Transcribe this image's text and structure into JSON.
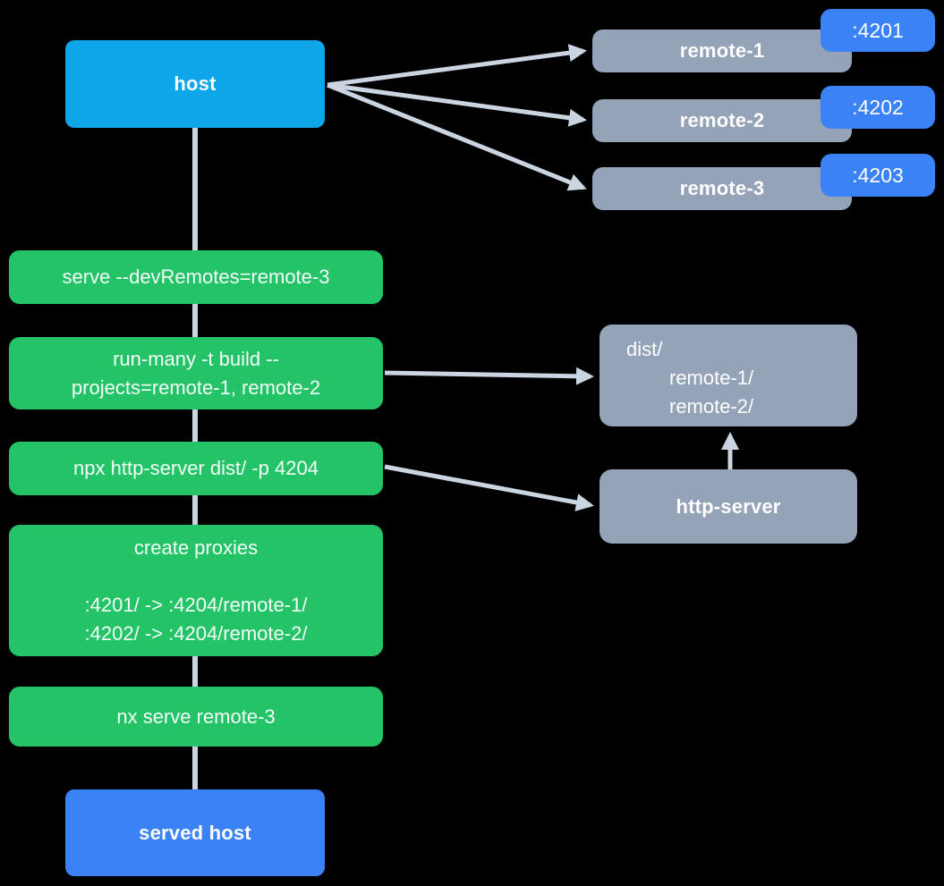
{
  "colors": {
    "background": "#000000",
    "host": "#0ea5e9",
    "remote_gray": "#94a3b8",
    "port_blue": "#3b82f6",
    "step_green": "#24c368",
    "connector": "#cbd5e1",
    "text": "#ffffff"
  },
  "nodes": {
    "host": {
      "label": "host"
    },
    "remotes": [
      {
        "label": "remote-1",
        "port": ":4201"
      },
      {
        "label": "remote-2",
        "port": ":4202"
      },
      {
        "label": "remote-3",
        "port": ":4203"
      }
    ],
    "dist": {
      "lines": [
        "dist/",
        "remote-1/",
        "remote-2/"
      ]
    },
    "http_server": {
      "label": "http-server"
    },
    "served_host": {
      "label": "served host"
    }
  },
  "steps": {
    "serve": "serve --devRemotes=remote-3",
    "run_many": [
      "run-many -t build --",
      "projects=remote-1, remote-2"
    ],
    "http_server_cmd": "npx http-server dist/ -p 4204",
    "create_proxies": {
      "title": "create proxies",
      "mappings": [
        ":4201/ -> :4204/remote-1/",
        ":4202/ -> :4204/remote-2/"
      ]
    },
    "nx_serve": "nx serve remote-3"
  }
}
